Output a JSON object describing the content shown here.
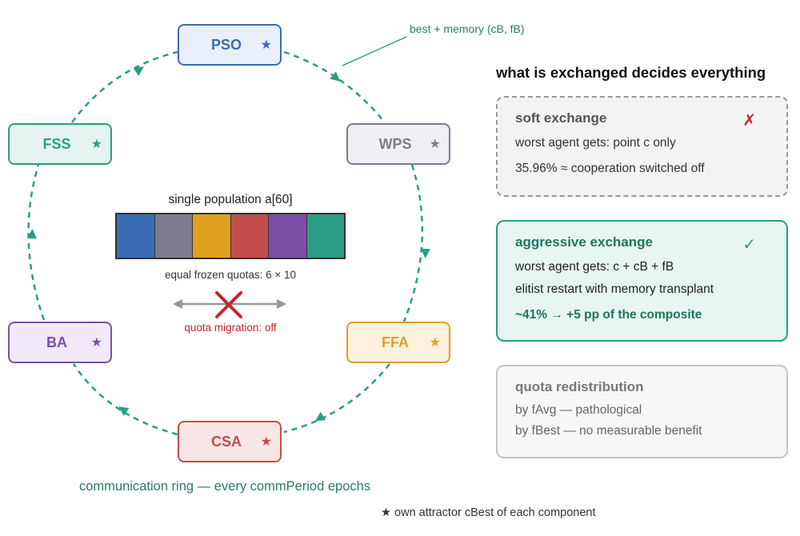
{
  "ring": {
    "nodes": [
      {
        "id": "pso",
        "label": "PSO",
        "color": "#3a6cb5",
        "fill": "#e8effa"
      },
      {
        "id": "wps",
        "label": "WPS",
        "color": "#7c7c8c",
        "fill": "#efeff3"
      },
      {
        "id": "ffa",
        "label": "FFA",
        "color": "#d9a32a",
        "fill": "#fbf1dc"
      },
      {
        "id": "csa",
        "label": "CSA",
        "color": "#c24d4d",
        "fill": "#f8e5e5"
      },
      {
        "id": "ba",
        "label": "BA",
        "color": "#7d4ea8",
        "fill": "#f1e9f7"
      },
      {
        "id": "fss",
        "label": "FSS",
        "color": "#2a9d84",
        "fill": "#e5f4f0"
      }
    ],
    "star_glyph": "★",
    "ring_color": "#2a9d84",
    "callout": "best + memory (cB, fB)",
    "caption": "communication ring — every commPeriod epochs"
  },
  "population": {
    "title": "single population a[60]",
    "segment_colors": [
      "#3a6cb5",
      "#7c7c8c",
      "#e0a020",
      "#c24d4d",
      "#7d4ea8",
      "#2a9d84"
    ],
    "quota_text": "equal frozen quotas: 6 × 10",
    "migration_text": "quota migration: off",
    "cross_color": "#c0282c"
  },
  "footnote": "★ own attractor cBest of each component",
  "exchange": {
    "heading": "what is exchanged decides everything",
    "soft": {
      "title": "soft exchange",
      "mark": "✗",
      "lines": [
        "worst agent gets: point c only",
        "35.96% ≈ cooperation switched off"
      ]
    },
    "aggressive": {
      "title": "aggressive exchange",
      "mark": "✓",
      "lines": [
        "worst agent gets: c + cB + fB",
        "elitist restart with memory transplant",
        "~41% → +5 pp of the composite"
      ]
    },
    "quota": {
      "title": "quota redistribution",
      "lines": [
        "by fAvg — pathological",
        "by fBest — no measurable benefit"
      ]
    }
  }
}
